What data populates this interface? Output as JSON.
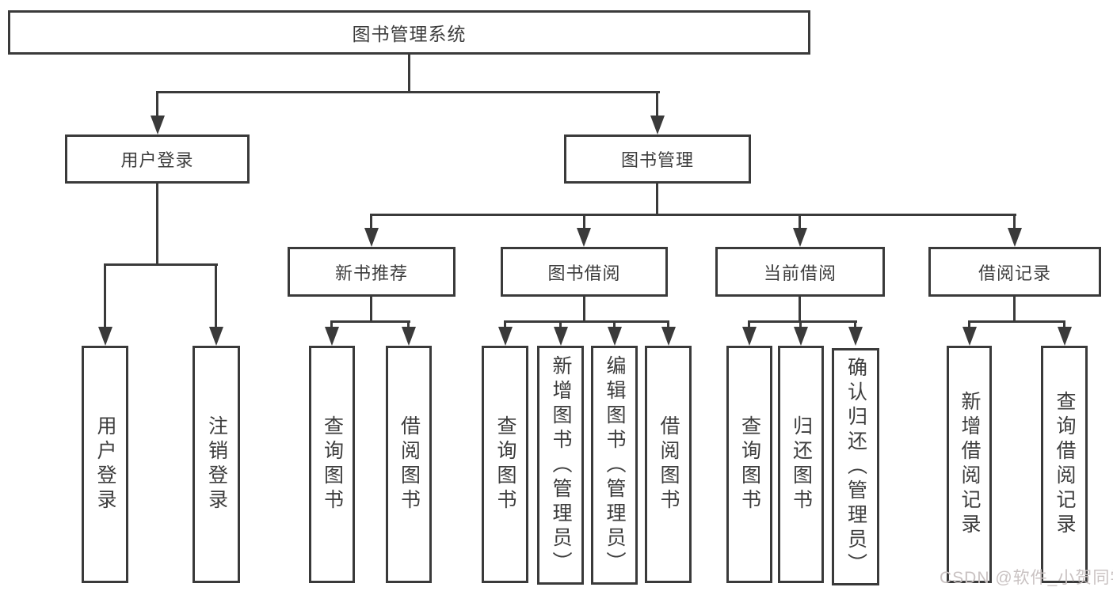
{
  "colors": {
    "line": "#3a3a3a",
    "text": "#3d3d3d",
    "box_fill": "#ffffff",
    "background": "#ffffff",
    "watermark": "#c9c2c2"
  },
  "watermark": {
    "text": "CSDN @软件_小贺同学"
  },
  "tree": {
    "root": {
      "label": "图书管理系统"
    },
    "branches": [
      {
        "label": "用户登录",
        "children": [
          {
            "label": "用户登录"
          },
          {
            "label": "注销登录"
          }
        ]
      },
      {
        "label": "图书管理",
        "children": [
          {
            "label": "新书推荐",
            "children": [
              {
                "label": "查询图书"
              },
              {
                "label": "借阅图书"
              }
            ]
          },
          {
            "label": "图书借阅",
            "children": [
              {
                "label": "查询图书"
              },
              {
                "label": "新增图书（管理员）"
              },
              {
                "label": "编辑图书（管理员）"
              },
              {
                "label": "借阅图书"
              }
            ]
          },
          {
            "label": "当前借阅",
            "children": [
              {
                "label": "查询图书"
              },
              {
                "label": "归还图书"
              },
              {
                "label": "确认归还（管理员）"
              }
            ]
          },
          {
            "label": "借阅记录",
            "children": [
              {
                "label": "新增借阅记录"
              },
              {
                "label": "查询借阅记录"
              }
            ]
          }
        ]
      }
    ]
  }
}
